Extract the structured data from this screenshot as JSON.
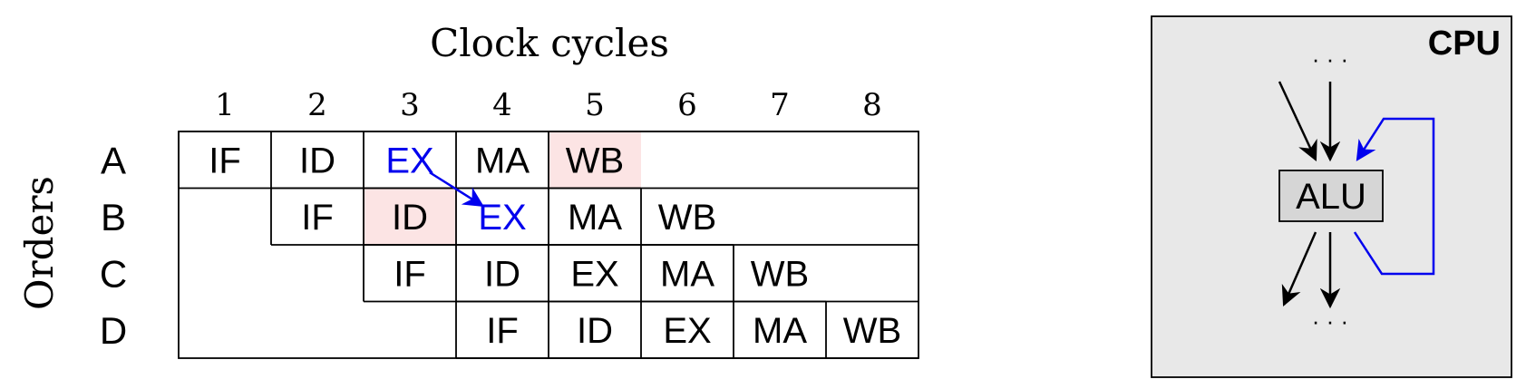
{
  "pipeline": {
    "title": "Clock cycles",
    "y_axis_label": "Orders",
    "cycles": [
      "1",
      "2",
      "3",
      "4",
      "5",
      "6",
      "7",
      "8"
    ],
    "orders": [
      {
        "label": "A",
        "stages": [
          "IF",
          "ID",
          "EX",
          "MA",
          "WB"
        ]
      },
      {
        "label": "B",
        "stages": [
          "IF",
          "ID",
          "EX",
          "MA",
          "WB"
        ]
      },
      {
        "label": "C",
        "stages": [
          "IF",
          "ID",
          "EX",
          "MA",
          "WB"
        ]
      },
      {
        "label": "D",
        "stages": [
          "IF",
          "ID",
          "EX",
          "MA",
          "WB"
        ]
      }
    ],
    "forwarding": {
      "from_order": "A",
      "from_stage": "EX",
      "to_order": "B",
      "to_stage": "EX"
    },
    "highlighted_cells": [
      {
        "order": "A",
        "stage": "WB"
      },
      {
        "order": "B",
        "stage": "ID"
      }
    ]
  },
  "cpu": {
    "title": "CPU",
    "unit_label": "ALU",
    "input_ellipsis": "· · ·",
    "output_ellipsis": "· · ·"
  },
  "colors": {
    "forward": "#0000ee",
    "highlight": "#fce4e4",
    "cpu_bg": "#e8e8e8",
    "alu_bg": "#d6d6d6",
    "line": "#000000"
  }
}
